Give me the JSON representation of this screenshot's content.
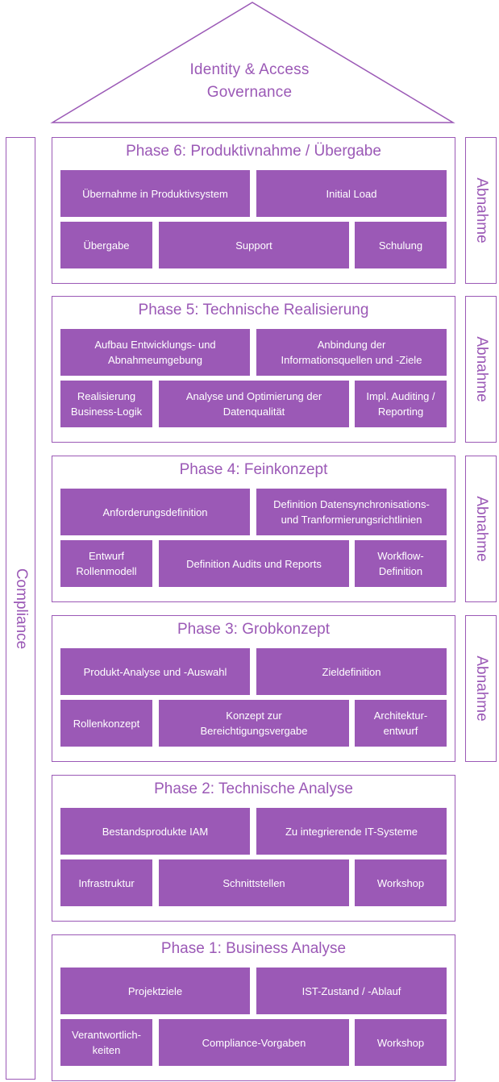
{
  "roof": {
    "line1": "Identity & Access",
    "line2": "Governance"
  },
  "compliance_label": "Compliance",
  "abnahme_label": "Abnahme",
  "phases": [
    {
      "title": "Phase 6: Produktivnahme / Übergabe",
      "top": [
        "Übernahme in Produktivsystem",
        "Initial Load"
      ],
      "bottom": [
        "Übergabe",
        "Support",
        "Schulung"
      ],
      "abnahme": true
    },
    {
      "title": "Phase 5: Technische Realisierung",
      "top": [
        "Aufbau Entwicklungs- und\nAbnahmeumgebung",
        "Anbindung der\nInformationsquellen und -Ziele"
      ],
      "bottom": [
        "Realisierung\nBusiness-Logik",
        "Analyse und Optimierung der\nDatenqualität",
        "Impl. Auditing /\nReporting"
      ],
      "abnahme": true
    },
    {
      "title": "Phase 4: Feinkonzept",
      "top": [
        "Anforderungsdefinition",
        "Definition Datensynchronisations-\nund Tranformierungsrichtlinien"
      ],
      "bottom": [
        "Entwurf\nRollenmodell",
        "Definition Audits und Reports",
        "Workflow-\nDefinition"
      ],
      "abnahme": true
    },
    {
      "title": "Phase 3: Grobkonzept",
      "top": [
        "Produkt-Analyse und -Auswahl",
        "Zieldefinition"
      ],
      "bottom": [
        "Rollenkonzept",
        "Konzept zur\nBereichtigungsvergabe",
        "Architektur-\nentwurf"
      ],
      "abnahme": true
    },
    {
      "title": "Phase 2: Technische Analyse",
      "top": [
        "Bestandsprodukte IAM",
        "Zu integrierende IT-Systeme"
      ],
      "bottom": [
        "Infrastruktur",
        "Schnittstellen",
        "Workshop"
      ],
      "abnahme": false
    },
    {
      "title": "Phase 1: Business Analyse",
      "top": [
        "Projektziele",
        "IST-Zustand / -Ablauf"
      ],
      "bottom": [
        "Verantwortlich-\nkeiten",
        "Compliance-Vorgaben",
        "Workshop"
      ],
      "abnahme": false
    }
  ],
  "colors": {
    "accent": "#9b59b6",
    "box_text": "#ffffff"
  }
}
